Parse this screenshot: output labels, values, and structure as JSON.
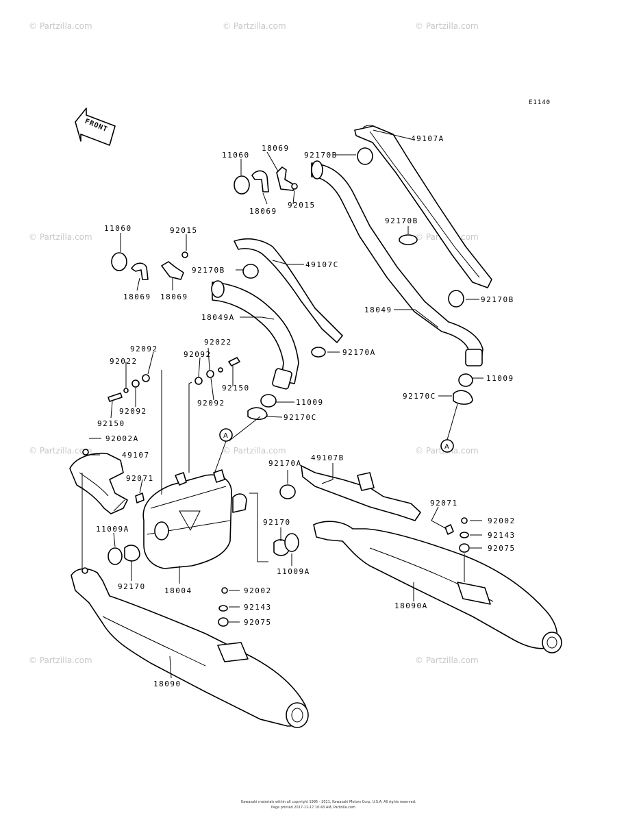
{
  "diagram_code": "E1140",
  "front_label": "FRONT",
  "reference_marker": "A",
  "watermark": "© Partzilla.com",
  "footer_lines": [
    "Kawasaki materials within all copyright 1995 - 2011, Kawasaki Motors Corp, U.S.A. All rights reserved.",
    "Page printed 2017-11-17 10:43 AM, Partzilla.com"
  ],
  "callouts": {
    "c49107A_top": "49107A",
    "c11060_top": "11060",
    "c18069_top1": "18069",
    "c92170B_top": "92170B",
    "c18069_top2": "18069",
    "c92015_top": "92015",
    "c92170B_mid": "92170B",
    "c11060_left": "11060",
    "c92015_left": "92015",
    "c92170B_left": "92170B",
    "c49107C": "49107C",
    "c18069_left1": "18069",
    "c18069_left2": "18069",
    "c18049": "18049",
    "c92170B_right": "92170B",
    "c18049A": "18049A",
    "c92092_a": "92092",
    "c92022_a": "92022",
    "c92092_b": "92092",
    "c92022_b": "92022",
    "c92170A_mid": "92170A",
    "c11009_right": "11009",
    "c92170C_right": "92170C",
    "c92150_b": "92150",
    "c92092_c": "92092",
    "c92092_d": "92092",
    "c11009_mid": "11009",
    "c92150_a": "92150",
    "c92170C_mid": "92170C",
    "c92002A": "92002A",
    "c49107": "49107",
    "c92170A_low": "92170A",
    "c49107B": "49107B",
    "c92071_left": "92071",
    "c92071_right": "92071",
    "c92002_right": "92002",
    "c92143_right": "92143",
    "c92075_right": "92075",
    "c11009A_left": "11009A",
    "c92170_right": "92170",
    "c11009A_right": "11009A",
    "c92170_left": "92170",
    "c18004": "18004",
    "c92002_low": "92002",
    "c92143_low": "92143",
    "c92075_low": "92075",
    "c18090A": "18090A",
    "c18090": "18090"
  }
}
